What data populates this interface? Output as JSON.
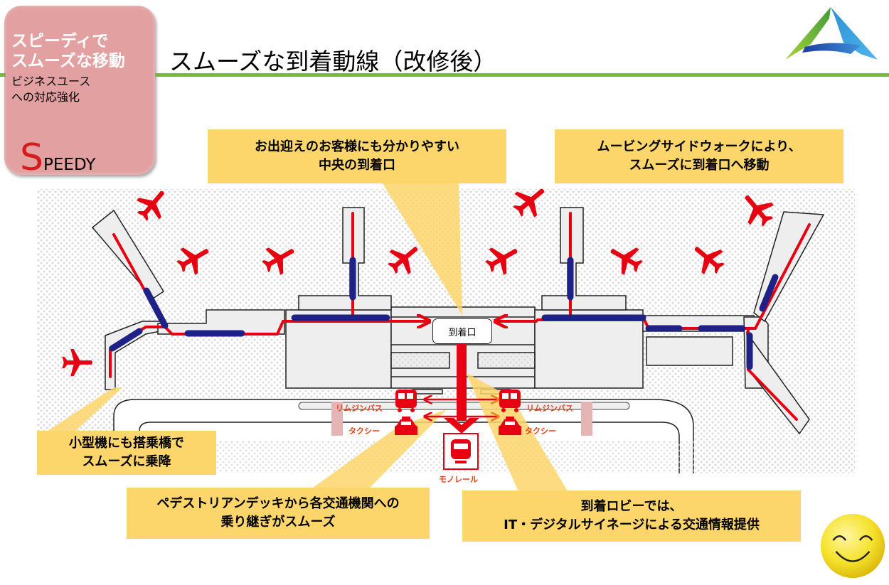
{
  "badge": {
    "line1": "スピーディで",
    "line2": "スムーズな移動",
    "line3": "ビジネスユース",
    "line4": "への対応強化",
    "speedy_initial": "S",
    "speedy_rest": "PEEDY"
  },
  "title": "スムーズな到着動線（改修後）",
  "colors": {
    "accent_green": "#7ab83a",
    "badge_pink": "#e2a0a0",
    "route_red": "#e60012",
    "walkway_blue": "#1e2287",
    "callout_yellow": "#fdd66b",
    "label_orange": "#f03c14"
  },
  "callouts": {
    "central_gate": [
      "お出迎えのお客様にも分かりやすい",
      "中央の到着口"
    ],
    "moving_walkway": [
      "ムービングサイドウォークにより、",
      "スムーズに到着口へ移動"
    ],
    "small_aircraft": [
      "小型機にも搭乗橋で",
      "スムーズに乗降"
    ],
    "pedestrian_deck": [
      "ペデストリアンデッキから各交通機関への",
      "乗り継ぎがスムーズ"
    ],
    "arrival_lobby": [
      "到着ロビーでは、",
      "IT・デジタルサイネージによる交通情報提供"
    ]
  },
  "map": {
    "arrival_gate": "到着口",
    "limousine_bus_left": "リムジンバス",
    "limousine_bus_right": "リムジンバス",
    "taxi_left": "タクシー",
    "taxi_right": "タクシー",
    "monorail": "モノレール"
  }
}
